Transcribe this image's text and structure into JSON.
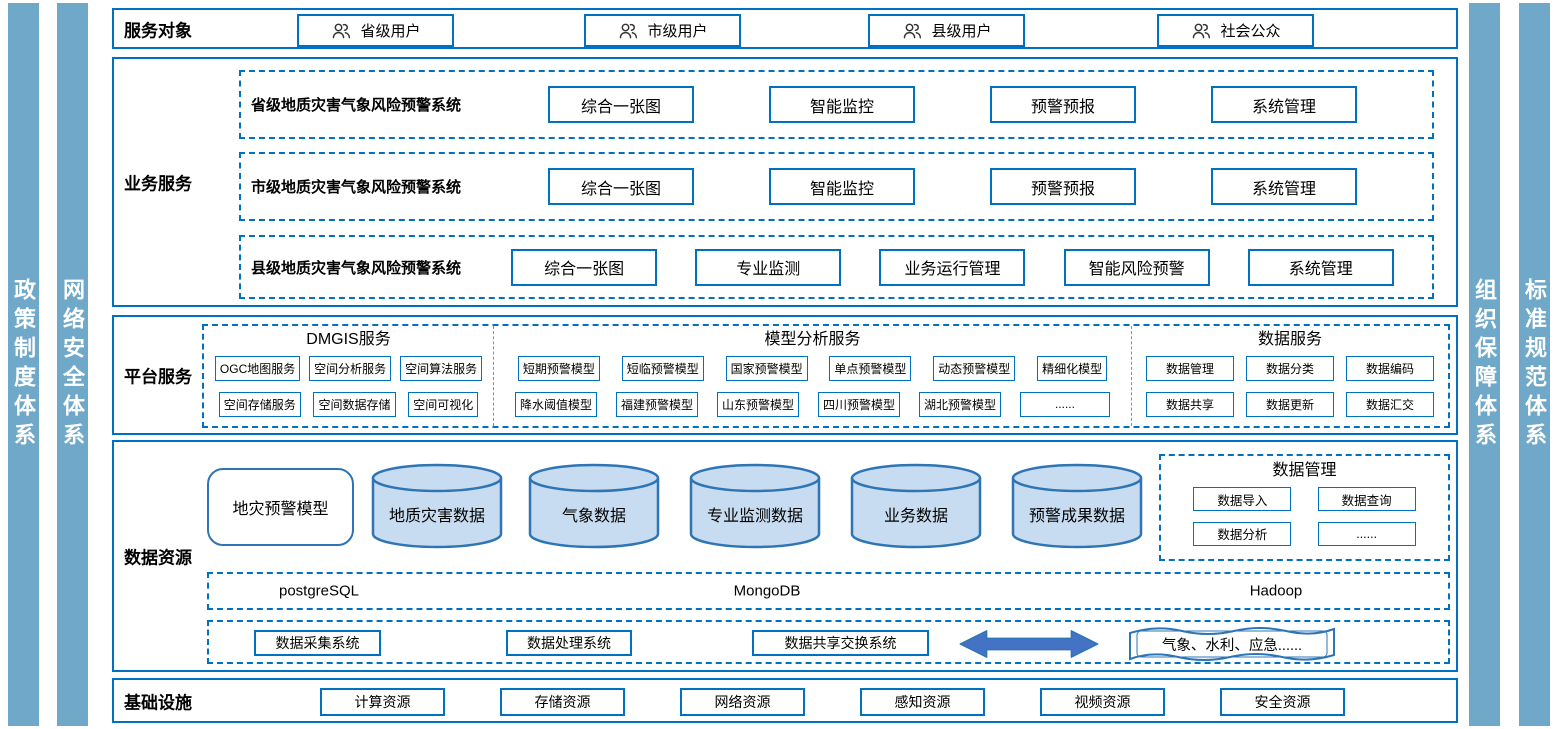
{
  "colors": {
    "accent_border": "#0070C0",
    "sidebar_fill": "#6FA8C8",
    "cylinder_fill": "#C7DCF0",
    "shape_stroke": "#2E75B6",
    "arrow_fill": "#4472C4"
  },
  "sidebars": {
    "left": [
      "政策制度体系",
      "网络安全体系"
    ],
    "right": [
      "组织保障体系",
      "标准规范体系"
    ]
  },
  "service_targets": {
    "title": "服务对象",
    "users": [
      "省级用户",
      "市级用户",
      "县级用户",
      "社会公众"
    ]
  },
  "business_services": {
    "title": "业务服务",
    "rows": [
      {
        "label": "省级地质灾害气象风险预警系统",
        "items": [
          "综合一张图",
          "智能监控",
          "预警预报",
          "系统管理"
        ]
      },
      {
        "label": "市级地质灾害气象风险预警系统",
        "items": [
          "综合一张图",
          "智能监控",
          "预警预报",
          "系统管理"
        ]
      },
      {
        "label": "县级地质灾害气象风险预警系统",
        "items": [
          "综合一张图",
          "专业监测",
          "业务运行管理",
          "智能风险预警",
          "系统管理"
        ]
      }
    ]
  },
  "platform_services": {
    "title": "平台服务",
    "groups": [
      {
        "title": "DMGIS服务",
        "row1": [
          "OGC地图服务",
          "空间分析服务",
          "空间算法服务"
        ],
        "row2": [
          "空间存储服务",
          "空间数据存储",
          "空间可视化"
        ]
      },
      {
        "title": "模型分析服务",
        "row1": [
          "短期预警模型",
          "短临预警模型",
          "国家预警模型",
          "单点预警模型",
          "动态预警模型",
          "精细化模型"
        ],
        "row2": [
          "降水阈值模型",
          "福建预警模型",
          "山东预警模型",
          "四川预警模型",
          "湖北预警模型",
          "......"
        ]
      },
      {
        "title": "数据服务",
        "row1": [
          "数据管理",
          "数据分类",
          "数据编码"
        ],
        "row2": [
          "数据共享",
          "数据更新",
          "数据汇交"
        ]
      }
    ]
  },
  "data_resources": {
    "title": "数据资源",
    "model_box": "地灾预警模型",
    "cylinders": [
      "地质灾害数据",
      "气象数据",
      "专业监测数据",
      "业务数据",
      "预警成果数据"
    ],
    "data_management": {
      "title": "数据管理",
      "items": [
        "数据导入",
        "数据查询",
        "数据分析",
        "......"
      ]
    },
    "databases": [
      "postgreSQL",
      "MongoDB",
      "Hadoop"
    ],
    "systems": [
      "数据采集系统",
      "数据处理系统",
      "数据共享交换系统"
    ],
    "external_systems": "气象、水利、应急......"
  },
  "infrastructure": {
    "title": "基础设施",
    "items": [
      "计算资源",
      "存储资源",
      "网络资源",
      "感知资源",
      "视频资源",
      "安全资源"
    ]
  }
}
